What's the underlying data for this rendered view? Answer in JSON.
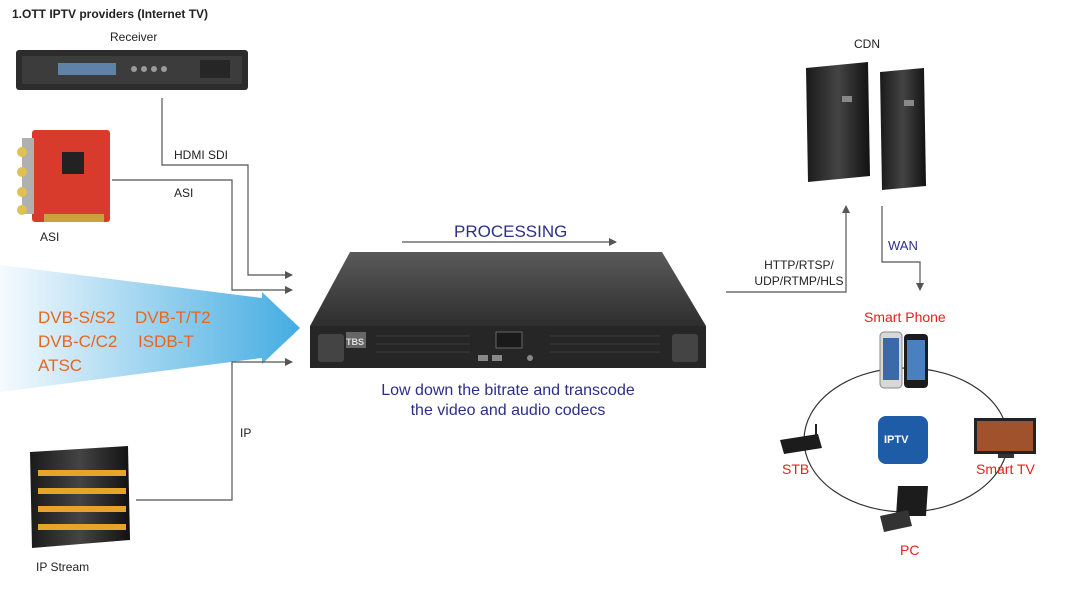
{
  "title": "1.OTT IPTV providers (Internet TV)",
  "inputs": {
    "receiver": "Receiver",
    "hdmi_sdi": "HDMI SDI",
    "asi_link": "ASI",
    "asi_card": "ASI",
    "ip_link": "IP",
    "ip_stream": "IP Stream"
  },
  "broadcast_standards": [
    "DVB-S/S2",
    "DVB-T/T2",
    "DVB-C/C2",
    "ISDB-T",
    "ATSC"
  ],
  "processing": {
    "label": "PROCESSING",
    "description_line1": "Low down the bitrate and transcode",
    "description_line2": "the video and audio codecs",
    "device_logo": "TBS"
  },
  "output": {
    "protocols_line1": "HTTP/RTSP/",
    "protocols_line2": "UDP/RTMP/HLS",
    "cdn": "CDN",
    "wan": "WAN"
  },
  "endpoints": {
    "smart_phone": "Smart Phone",
    "stb": "STB",
    "smart_tv": "Smart TV",
    "pc": "PC",
    "iptv_badge": "IPTV"
  },
  "colors": {
    "accent_blue": "#2b2f8a",
    "endpoint_red": "#e8201c",
    "standards_orange": "#e8661f",
    "beam_blue": "#3aa8e0",
    "iptv_badge": "#1e5ca8"
  }
}
